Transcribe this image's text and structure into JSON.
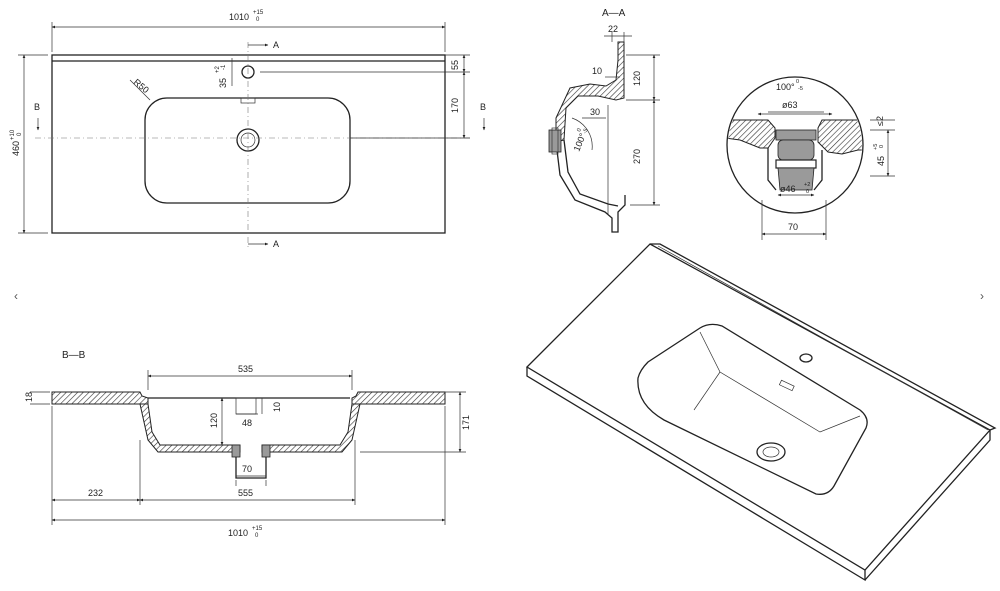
{
  "top_view": {
    "width_dim": "1010",
    "width_tol_upper": "+15",
    "width_tol_lower": "0",
    "depth_dim": "460",
    "depth_tol_upper": "+10",
    "depth_tol_lower": "0",
    "radius_label": "R50",
    "hole_dim": "35",
    "hole_tol_upper": "+2",
    "hole_tol_lower": "-1",
    "dim_55": "55",
    "dim_170": "170",
    "section_a": "A",
    "section_b": "B"
  },
  "section_aa": {
    "title": "A—A",
    "dim_22": "22",
    "dim_10": "10",
    "dim_120": "120",
    "dim_30": "30",
    "dim_270": "270",
    "angle": "100°",
    "angle_tol_upper": "0",
    "angle_tol_lower": "-5"
  },
  "detail": {
    "angle": "100°",
    "angle_tol_upper": "0",
    "angle_tol_lower": "-5",
    "dia_63": "ø63",
    "dia_46": "ø46",
    "dia_tol_upper": "+2",
    "dia_tol_lower": "0",
    "dim_2": "≤2",
    "dim_45": "45",
    "dim_45_tol_upper": "+5",
    "dim_45_tol_lower": "0",
    "dim_70": "70"
  },
  "section_bb": {
    "title": "B—B",
    "dim_535": "535",
    "dim_18": "18",
    "dim_120": "120",
    "dim_10": "10",
    "dim_48": "48",
    "dim_171": "171",
    "dim_70": "70",
    "dim_232": "232",
    "dim_555": "555",
    "width_dim": "1010",
    "width_tol_upper": "+15",
    "width_tol_lower": "0"
  },
  "nav": {
    "prev": "‹",
    "next": "›"
  }
}
